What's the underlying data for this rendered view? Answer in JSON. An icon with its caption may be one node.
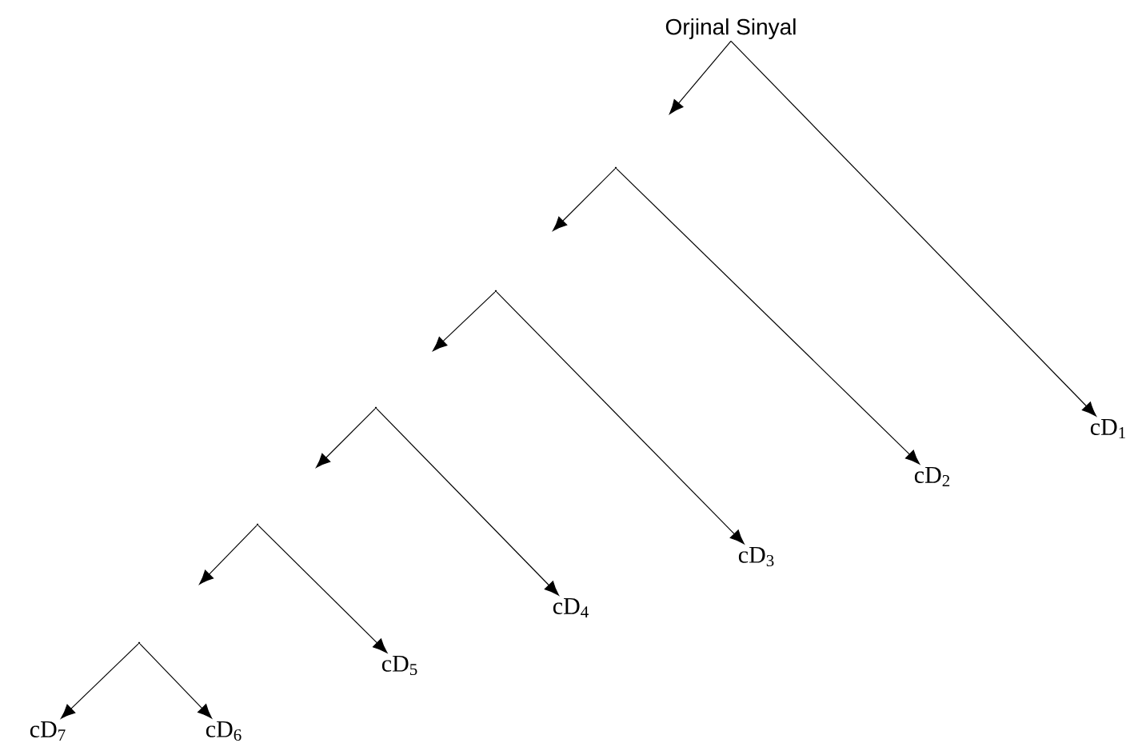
{
  "diagram": {
    "nodes": [
      {
        "text": [
          "Orjinal Sinyal"
        ]
      },
      {
        "text": [],
        "shape": "point"
      },
      {
        "text": [
          "cD$_{1}$"
        ]
      },
      {
        "text": [],
        "shape": "point"
      },
      {
        "text": [
          "cD$_{2}$"
        ]
      },
      {
        "text": [],
        "shape": "point"
      },
      {
        "text": [
          "cD$_{3}$"
        ]
      },
      {
        "text": [],
        "shape": "point"
      },
      {
        "text": [
          "cD$_{4}$"
        ]
      },
      {
        "text": [],
        "shape": "point"
      },
      {
        "text": [
          "cD$_{5}$"
        ]
      },
      {
        "text": [
          "cD$_{7}$"
        ]
      },
      {
        "text": [
          "cD$_{6}$"
        ]
      }
    ],
    "edges": [
      {
        "from": 0,
        "to": null,
        "arrow": "to"
      },
      {
        "from": 0,
        "to": 2,
        "arrow": "to"
      },
      {
        "from": 1,
        "to": null,
        "arrow": "to"
      },
      {
        "from": 1,
        "to": 4,
        "arrow": "to"
      },
      {
        "from": 3,
        "to": null,
        "arrow": "to"
      },
      {
        "from": 3,
        "to": 6,
        "arrow": "to"
      },
      {
        "from": 5,
        "to": null,
        "arrow": "to"
      },
      {
        "from": 5,
        "to": 8,
        "arrow": "to"
      },
      {
        "from": 7,
        "to": null,
        "arrow": "to"
      },
      {
        "from": 7,
        "to": 10,
        "arrow": "to"
      },
      {
        "from": 9,
        "to": 11,
        "arrow": "to"
      },
      {
        "from": 9,
        "to": 12,
        "arrow": "to"
      }
    ]
  }
}
